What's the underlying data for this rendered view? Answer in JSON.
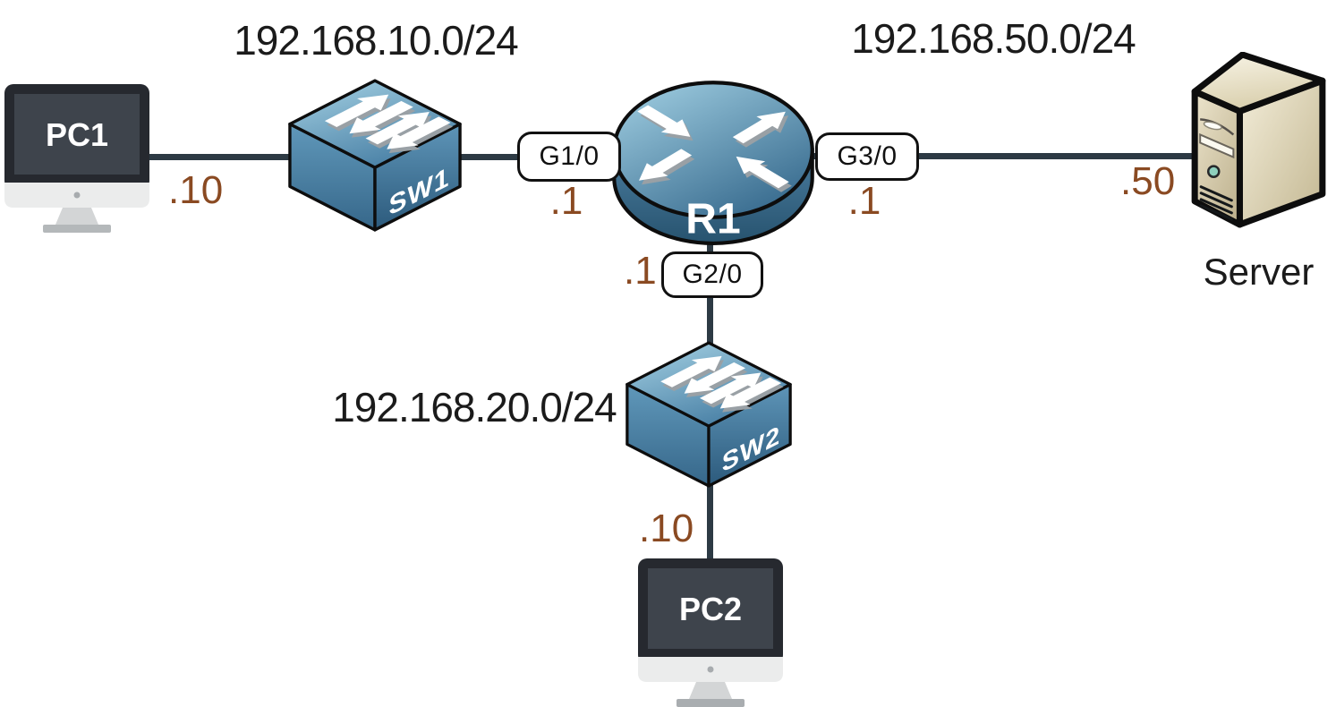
{
  "networks": [
    {
      "label": "192.168.10.0/24"
    },
    {
      "label": "192.168.50.0/24"
    },
    {
      "label": "192.168.20.0/24"
    }
  ],
  "devices": [
    {
      "label": "PC1",
      "type": "desktop",
      "address": ".10"
    },
    {
      "label": "SW1",
      "type": "switch"
    },
    {
      "label": "R1",
      "type": "router"
    },
    {
      "label": "SW2",
      "type": "switch"
    },
    {
      "label": "PC2",
      "type": "desktop",
      "address": ".10"
    },
    {
      "label": "Server",
      "type": "server",
      "address": ".50"
    }
  ],
  "router_interfaces": [
    {
      "label": "G1/0",
      "address": ".1"
    },
    {
      "label": "G2/0",
      "address": ".1"
    },
    {
      "label": "G3/0",
      "address": ".1"
    }
  ],
  "links": [
    {
      "from": "PC1",
      "to": "SW1"
    },
    {
      "from": "SW1",
      "to": "R1"
    },
    {
      "from": "R1",
      "to": "Server"
    },
    {
      "from": "R1",
      "to": "SW2"
    },
    {
      "from": "SW2",
      "to": "PC2"
    }
  ],
  "icons": [
    {
      "name": "desktop-computer-icon",
      "depicts": "dark monitor with gray stand"
    },
    {
      "name": "switch-icon",
      "depicts": "isometric blue cube with four white arrows"
    },
    {
      "name": "router-icon",
      "depicts": "blue cylinder with four white arrows"
    },
    {
      "name": "server-tower-icon",
      "depicts": "beige tower case with drive slots and vents"
    }
  ],
  "colors": {
    "address_text": "#8a4a22",
    "network_text": "#1b1b1b",
    "link_line": "#2d3a44",
    "device_blue_light": "#a6d2e4",
    "device_blue_dark": "#2c5a7c",
    "server_beige": "#ece4cc",
    "pc_screen": "#3e444c"
  }
}
